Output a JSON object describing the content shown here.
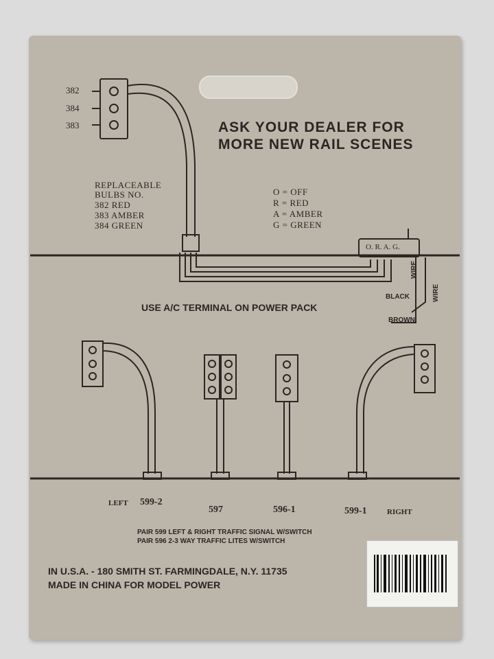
{
  "bulb_numbers": [
    "382",
    "384",
    "383"
  ],
  "headline": [
    "ASK YOUR DEALER FOR",
    "MORE NEW RAIL SCENES"
  ],
  "bulbs_note": [
    "REPLACEABLE",
    "BULBS NO.",
    "382 RED",
    "383 AMBER",
    "384 GREEN"
  ],
  "legend": [
    "O = OFF",
    "R = RED",
    "A = AMBER",
    "G = GREEN"
  ],
  "switch_box_label": "O. R. A. G.",
  "wire_labels": {
    "black": "BLACK",
    "wire_1": "WIRE",
    "wire_2": "WIRE",
    "brown": "BROWN"
  },
  "instruction": "USE A/C TERMINAL ON POWER PACK",
  "models": {
    "left_side": "LEFT",
    "m1": "599-2",
    "m2": "597",
    "m3": "596-1",
    "m4": "599-1",
    "right_side": "RIGHT"
  },
  "pair_lines": [
    "PAIR 599 LEFT & RIGHT TRAFFIC SIGNAL W/SWITCH",
    "PAIR 596 2-3 WAY TRAFFIC LITES W/SWITCH"
  ],
  "footer": [
    "IN U.S.A. - 180 SMITH ST. FARMINGDALE, N.Y. 11735",
    "MADE IN CHINA FOR MODEL POWER"
  ],
  "colors": {
    "card": "#bcb5aa",
    "ink": "#2a2622",
    "background": "#dcdcdc"
  }
}
